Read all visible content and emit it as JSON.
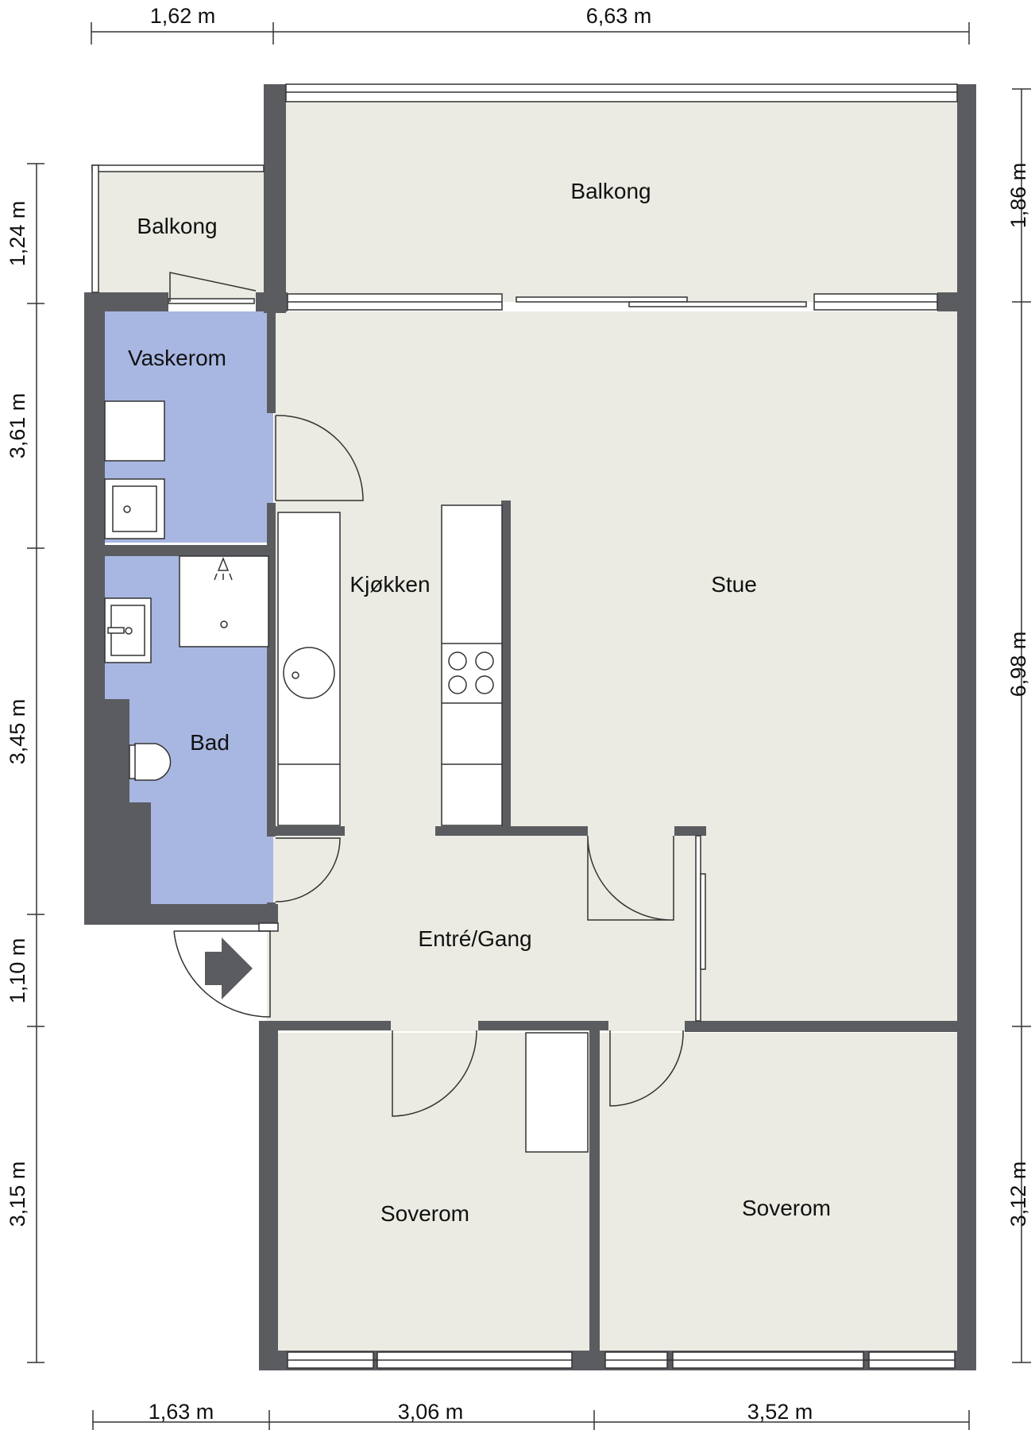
{
  "colors": {
    "wall": "#5a5c60",
    "floor": "#ebebe3",
    "wet_room": "#a8b7e2",
    "fixture": "#ffffff",
    "line": "#333333"
  },
  "rooms": {
    "balcony_main": "Balkong",
    "balcony_small": "Balkong",
    "laundry": "Vaskerom",
    "kitchen": "Kjøkken",
    "living": "Stue",
    "bath": "Bad",
    "hallway": "Entré/Gang",
    "bedroom_left": "Soverom",
    "bedroom_right": "Soverom"
  },
  "dimensions": {
    "top": [
      "1,62 m",
      "6,63 m"
    ],
    "bottom": [
      "1,63 m",
      "3,06 m",
      "3,52 m"
    ],
    "left": [
      "1,24 m",
      "3,61 m",
      "3,45 m",
      "1,10 m",
      "3,15 m"
    ],
    "right": [
      "1,86 m",
      "6,98 m",
      "3,12 m"
    ]
  }
}
